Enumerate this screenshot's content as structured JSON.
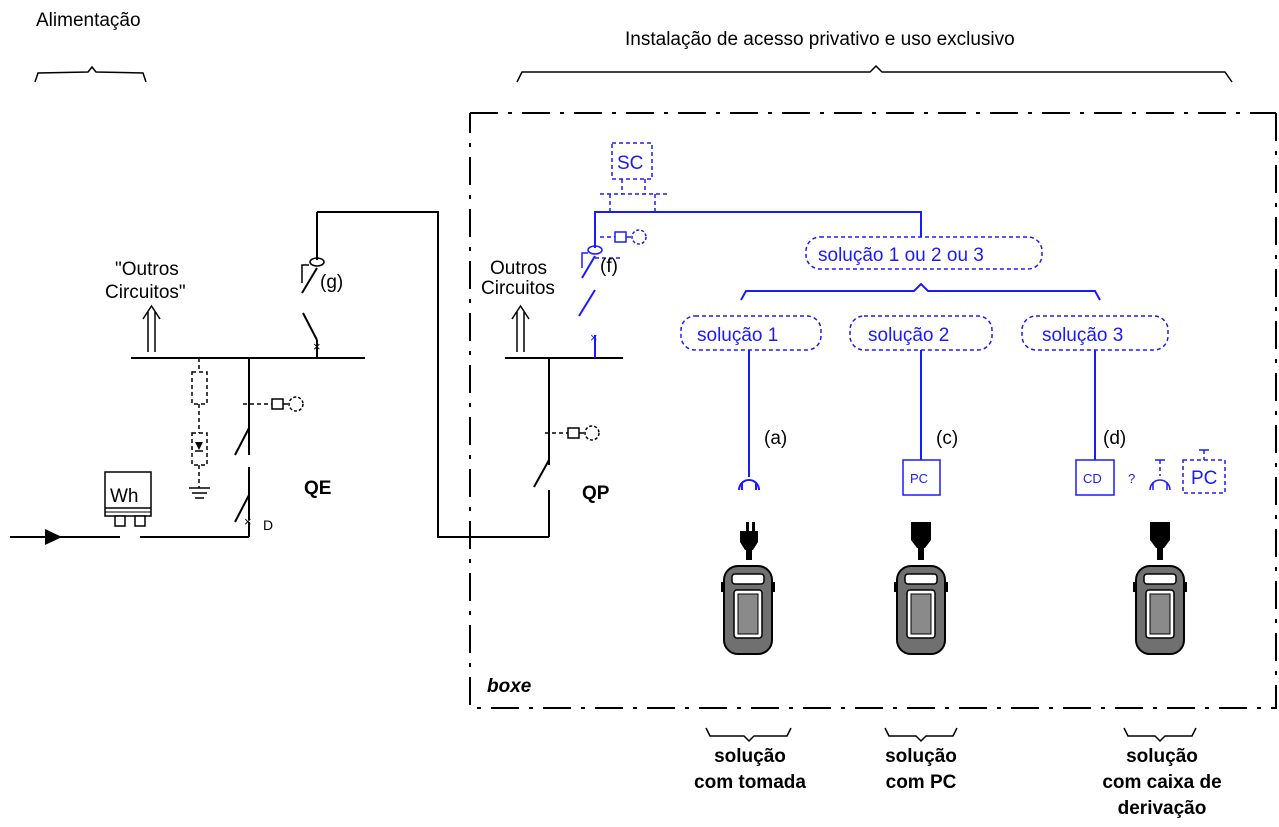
{
  "headers": {
    "supply": "Alimentação",
    "private_install": "Instalação de acesso privativo e uso exclusivo"
  },
  "qe": {
    "label": "QE",
    "other_circuits_line1": "\"Outros",
    "other_circuits_line2": "Circuitos\"",
    "meter": "Wh",
    "breaker_d": "D",
    "rcd_g": "(g)"
  },
  "qp": {
    "label": "QP",
    "other_circuits_line1": "Outros",
    "other_circuits_line2": "Circuitos",
    "rcd_f": "(f)",
    "sc": "SC"
  },
  "boxe": "boxe",
  "solutions": {
    "combined": "solução 1 ou 2 ou 3",
    "s1": "solução 1",
    "s2": "solução 2",
    "s3": "solução 3",
    "label_a": "(a)",
    "label_c": "(c)",
    "label_d": "(d)",
    "pc": "PC",
    "cd": "CD",
    "question": "?",
    "pc_optional": "PC"
  },
  "captions": {
    "tomada_l1": "solução",
    "tomada_l2": "com tomada",
    "pc_l1": "solução",
    "pc_l2": "com PC",
    "caixa_l1": "solução",
    "caixa_l2": "com caixa de",
    "caixa_l3": "derivação"
  },
  "colors": {
    "blue": "#1a1aff",
    "black": "#000000"
  }
}
